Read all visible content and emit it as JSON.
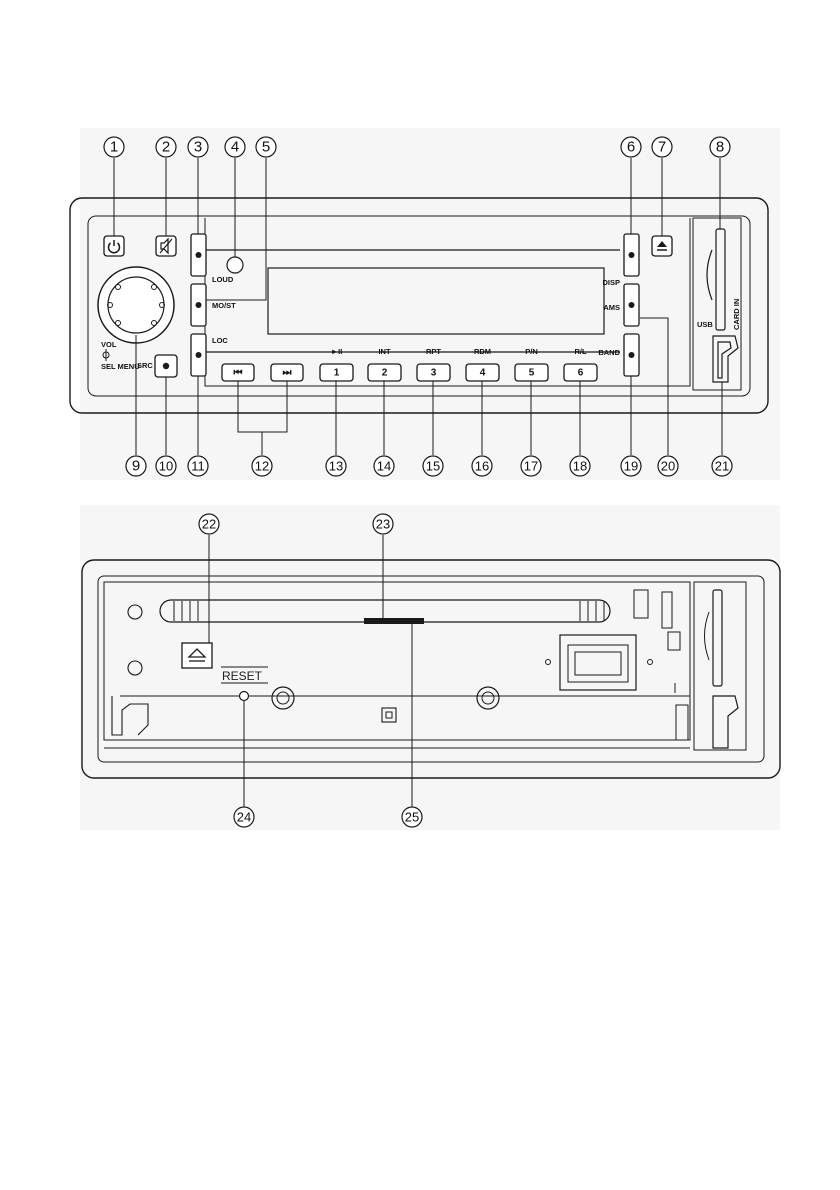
{
  "front_panel": {
    "labels": {
      "loud": "LOUD",
      "mo_st": "MO/ST",
      "loc": "LOC",
      "vol": "VOL",
      "sel_menu": "SEL MENU",
      "src": "SRC",
      "disp": "DISP",
      "ams": "AMS",
      "band": "BAND",
      "usb": "USB",
      "card_in": "CARD IN"
    },
    "top_labels": [
      "►II",
      "INT",
      "RPT",
      "RDM",
      "P/N",
      "R/L"
    ],
    "preset_keys": [
      "1",
      "2",
      "3",
      "4",
      "5",
      "6"
    ],
    "seek_keys": [
      "⏮",
      "⏭"
    ],
    "callouts_top": [
      "1",
      "2",
      "3",
      "4",
      "5",
      "6",
      "7",
      "8"
    ],
    "callouts_bottom": [
      "9",
      "10",
      "11",
      "12",
      "13",
      "14",
      "15",
      "16",
      "17",
      "18",
      "19",
      "20",
      "21"
    ]
  },
  "rear_panel": {
    "reset_label": "RESET",
    "callouts": [
      "22",
      "23",
      "24",
      "25"
    ]
  },
  "colors": {
    "line": "#1a1a1a",
    "background": "#ffffff",
    "shade": "#f4f4f4"
  }
}
